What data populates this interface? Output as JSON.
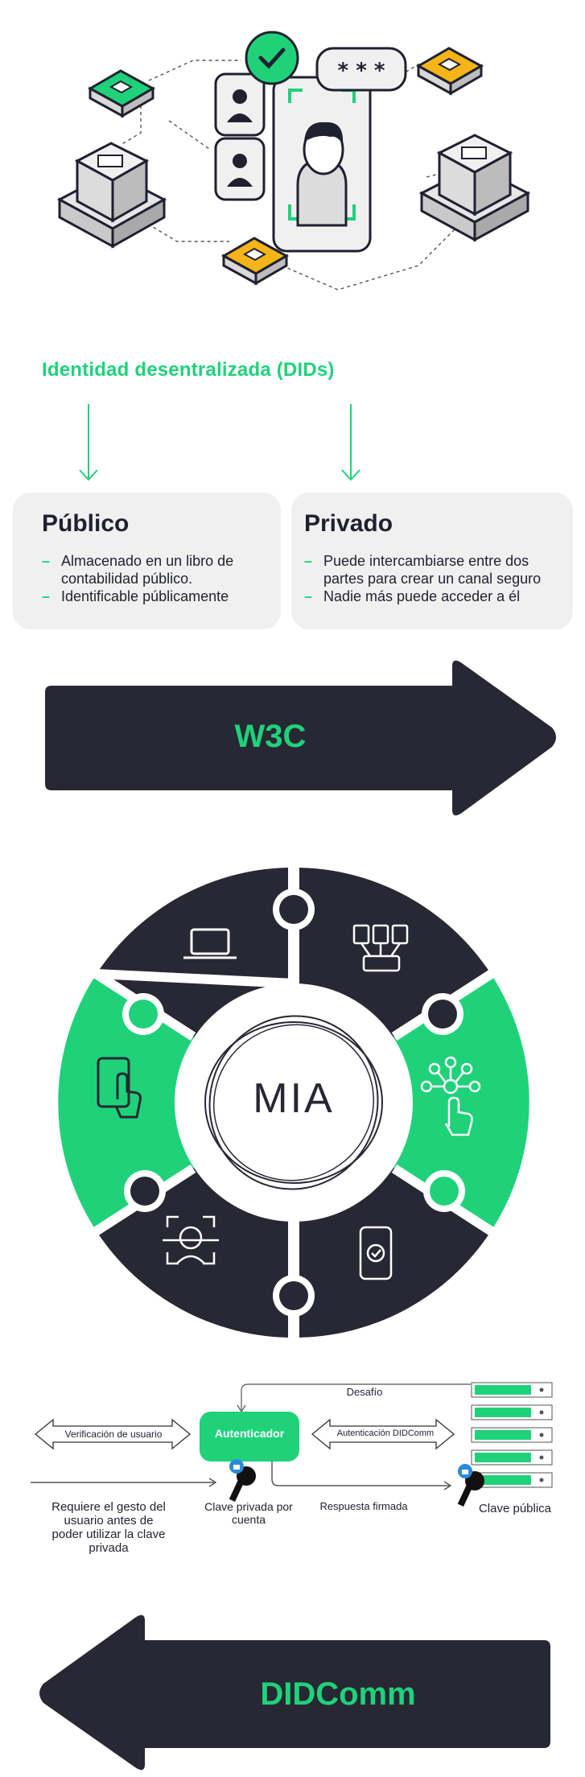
{
  "did": {
    "title": "Identidad desentralizada (DIDs)",
    "public": {
      "title": "Público",
      "items": [
        "Almacenado en un libro de contabilidad público.",
        "Identificable públicamente"
      ]
    },
    "private": {
      "title": "Privado",
      "items": [
        "Puede intercambiarse entre dos partes para crear un canal seguro",
        "Nadie más puede acceder a él"
      ]
    }
  },
  "w3c": {
    "label": "W3C"
  },
  "mia": {
    "label": "MIA"
  },
  "flow": {
    "challenge": "Desafío",
    "user_verification": "Verificación de usuario",
    "authenticator": "Autenticador",
    "didcomm_auth": "Autenticación DIDComm",
    "requires_gesture": "Requiere el gesto del usuario antes de poder utilizar la clave privada",
    "private_key": "Clave privada por cuenta",
    "signed_response": "Respuesta firmada",
    "public_key": "Clave pública"
  },
  "didcomm": {
    "label": "DIDComm"
  },
  "colors": {
    "green": "#1fd27a",
    "dark": "#272834",
    "yellow": "#f5b418",
    "light": "#f0f0f0"
  }
}
